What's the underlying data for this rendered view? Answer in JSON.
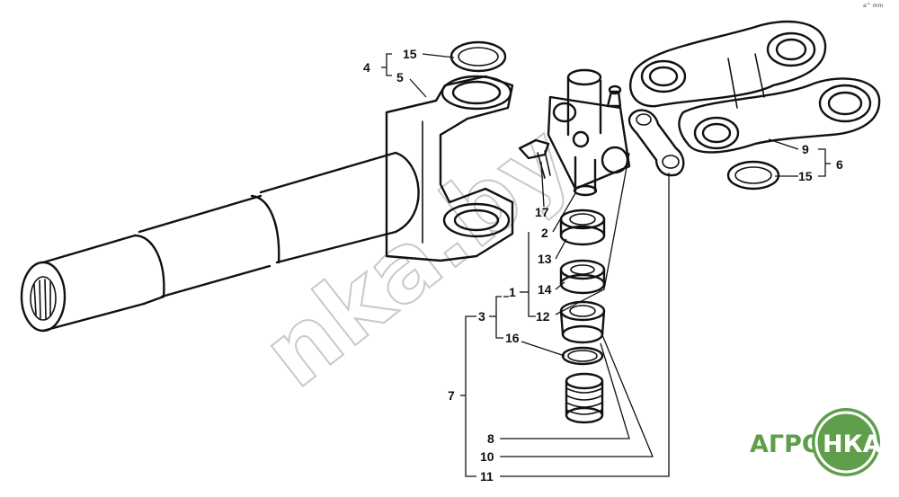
{
  "callouts": [
    "15",
    "4",
    "5",
    "9",
    "6",
    "15",
    "17",
    "2",
    "13",
    "14",
    "1",
    "12",
    "3",
    "16",
    "7",
    "8",
    "10",
    "11"
  ],
  "watermark": "nka.by",
  "logo": {
    "left": "АГРО",
    "right": "НКА",
    "color": "#5f9e4a"
  },
  "corner_note": "a^ mm"
}
